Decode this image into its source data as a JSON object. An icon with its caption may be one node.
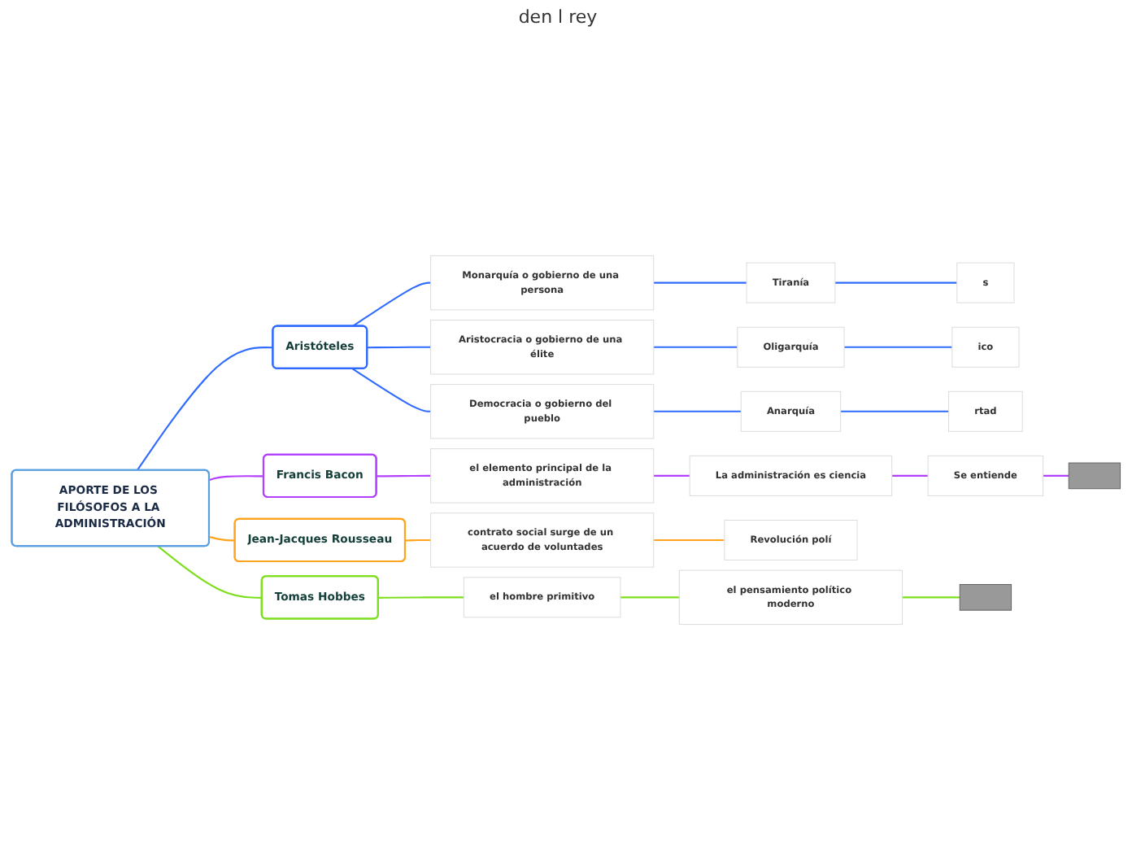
{
  "diagram": {
    "nodes": [
      {
        "text": [
          "APORTE DE LOS FILÓSOFOS A LA ADMINISTRACIÓN"
        ]
      },
      {
        "text": [
          "Aristóteles"
        ]
      },
      {
        "text": [
          "Monarquía o gobierno de una persona"
        ]
      },
      {
        "text": [
          "Tiranía"
        ]
      },
      {
        "text": [
          "s"
        ]
      },
      {
        "text": [
          "Aristocracia o gobierno de una élite"
        ]
      },
      {
        "text": [
          "Oligarquía"
        ]
      },
      {
        "text": [
          "ico"
        ]
      },
      {
        "text": [
          "Democracia o gobierno del pueblo"
        ]
      },
      {
        "text": [
          "Anarquía"
        ]
      },
      {
        "text": [
          "rtad"
        ]
      },
      {
        "text": [
          "Francis Bacon"
        ]
      },
      {
        "text": [
          "el elemento principal de la administración"
        ]
      },
      {
        "text": [
          "La administración es ciencia"
        ]
      },
      {
        "text": [
          "Se entiende"
        ]
      },
      {
        "text": [],
        "shape": "bar"
      },
      {
        "text": [
          "Jean-Jacques Rousseau"
        ]
      },
      {
        "text": [
          "contrato social surge de un acuerdo de voluntades"
        ]
      },
      {
        "text": [
          "Revolución polí"
        ]
      },
      {
        "text": [
          "Tomas Hobbes"
        ]
      },
      {
        "text": [
          "el hombre primitivo"
        ]
      },
      {
        "text": [
          "el pensamiento político moderno"
        ]
      },
      {
        "text": [],
        "shape": "bar"
      }
    ],
    "edges": [
      {
        "from": 0,
        "to": 1,
        "arrow": "none",
        "color": "#2f6bff"
      },
      {
        "from": 1,
        "to": 2,
        "arrow": "none",
        "color": "#2f6bff"
      },
      {
        "from": 2,
        "to": 3,
        "arrow": "none",
        "color": "#2f6bff"
      },
      {
        "from": 3,
        "to": 4,
        "arrow": "none",
        "color": "#2f6bff"
      },
      {
        "from": 1,
        "to": 5,
        "arrow": "none",
        "color": "#2f6bff"
      },
      {
        "from": 5,
        "to": 6,
        "arrow": "none",
        "color": "#2f6bff"
      },
      {
        "from": 6,
        "to": 7,
        "arrow": "none",
        "color": "#2f6bff"
      },
      {
        "from": 1,
        "to": 8,
        "arrow": "none",
        "color": "#2f6bff"
      },
      {
        "from": 8,
        "to": 9,
        "arrow": "none",
        "color": "#2f6bff"
      },
      {
        "from": 9,
        "to": 10,
        "arrow": "none",
        "color": "#2f6bff"
      },
      {
        "from": 0,
        "to": 11,
        "arrow": "none",
        "color": "#b340ff"
      },
      {
        "from": 11,
        "to": 12,
        "arrow": "none",
        "color": "#b340ff"
      },
      {
        "from": 12,
        "to": 13,
        "arrow": "none",
        "color": "#b340ff"
      },
      {
        "from": 13,
        "to": 14,
        "arrow": "none",
        "color": "#b340ff"
      },
      {
        "from": 14,
        "to": 15,
        "arrow": "none",
        "color": "#b340ff"
      },
      {
        "from": 0,
        "to": 16,
        "arrow": "none",
        "color": "#ffa41c"
      },
      {
        "from": 16,
        "to": 17,
        "arrow": "none",
        "color": "#ffa41c"
      },
      {
        "from": 17,
        "to": 18,
        "arrow": "none",
        "color": "#ffa41c"
      },
      {
        "from": 0,
        "to": 19,
        "arrow": "none",
        "color": "#7ddf1c"
      },
      {
        "from": 19,
        "to": 20,
        "arrow": "none",
        "color": "#7ddf1c"
      },
      {
        "from": 20,
        "to": 21,
        "arrow": "none",
        "color": "#7ddf1c"
      },
      {
        "from": 21,
        "to": 22,
        "arrow": "none",
        "color": "#7ddf1c"
      }
    ],
    "labels": [
      "den l rey"
    ]
  }
}
